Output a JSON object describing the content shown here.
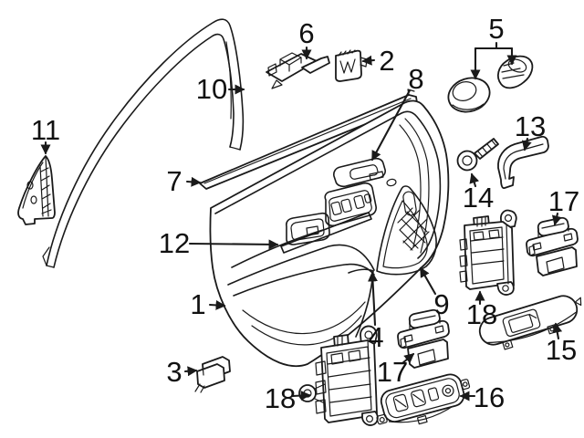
{
  "figure": {
    "background_color": "#ffffff",
    "line_color": "#1a1a1a"
  },
  "callouts": {
    "n1": {
      "label": "1"
    },
    "n2": {
      "label": "2"
    },
    "n3": {
      "label": "3"
    },
    "n4": {
      "label": "4"
    },
    "n5": {
      "label": "5"
    },
    "n6": {
      "label": "6"
    },
    "n7": {
      "label": "7"
    },
    "n8": {
      "label": "8"
    },
    "n9": {
      "label": "9"
    },
    "n10": {
      "label": "10"
    },
    "n11": {
      "label": "11"
    },
    "n12": {
      "label": "12"
    },
    "n13": {
      "label": "13"
    },
    "n14": {
      "label": "14"
    },
    "n15": {
      "label": "15"
    },
    "n16": {
      "label": "16"
    },
    "n17a": {
      "label": "17"
    },
    "n17b": {
      "label": "17"
    },
    "n18a": {
      "label": "18"
    },
    "n18b": {
      "label": "18"
    }
  }
}
